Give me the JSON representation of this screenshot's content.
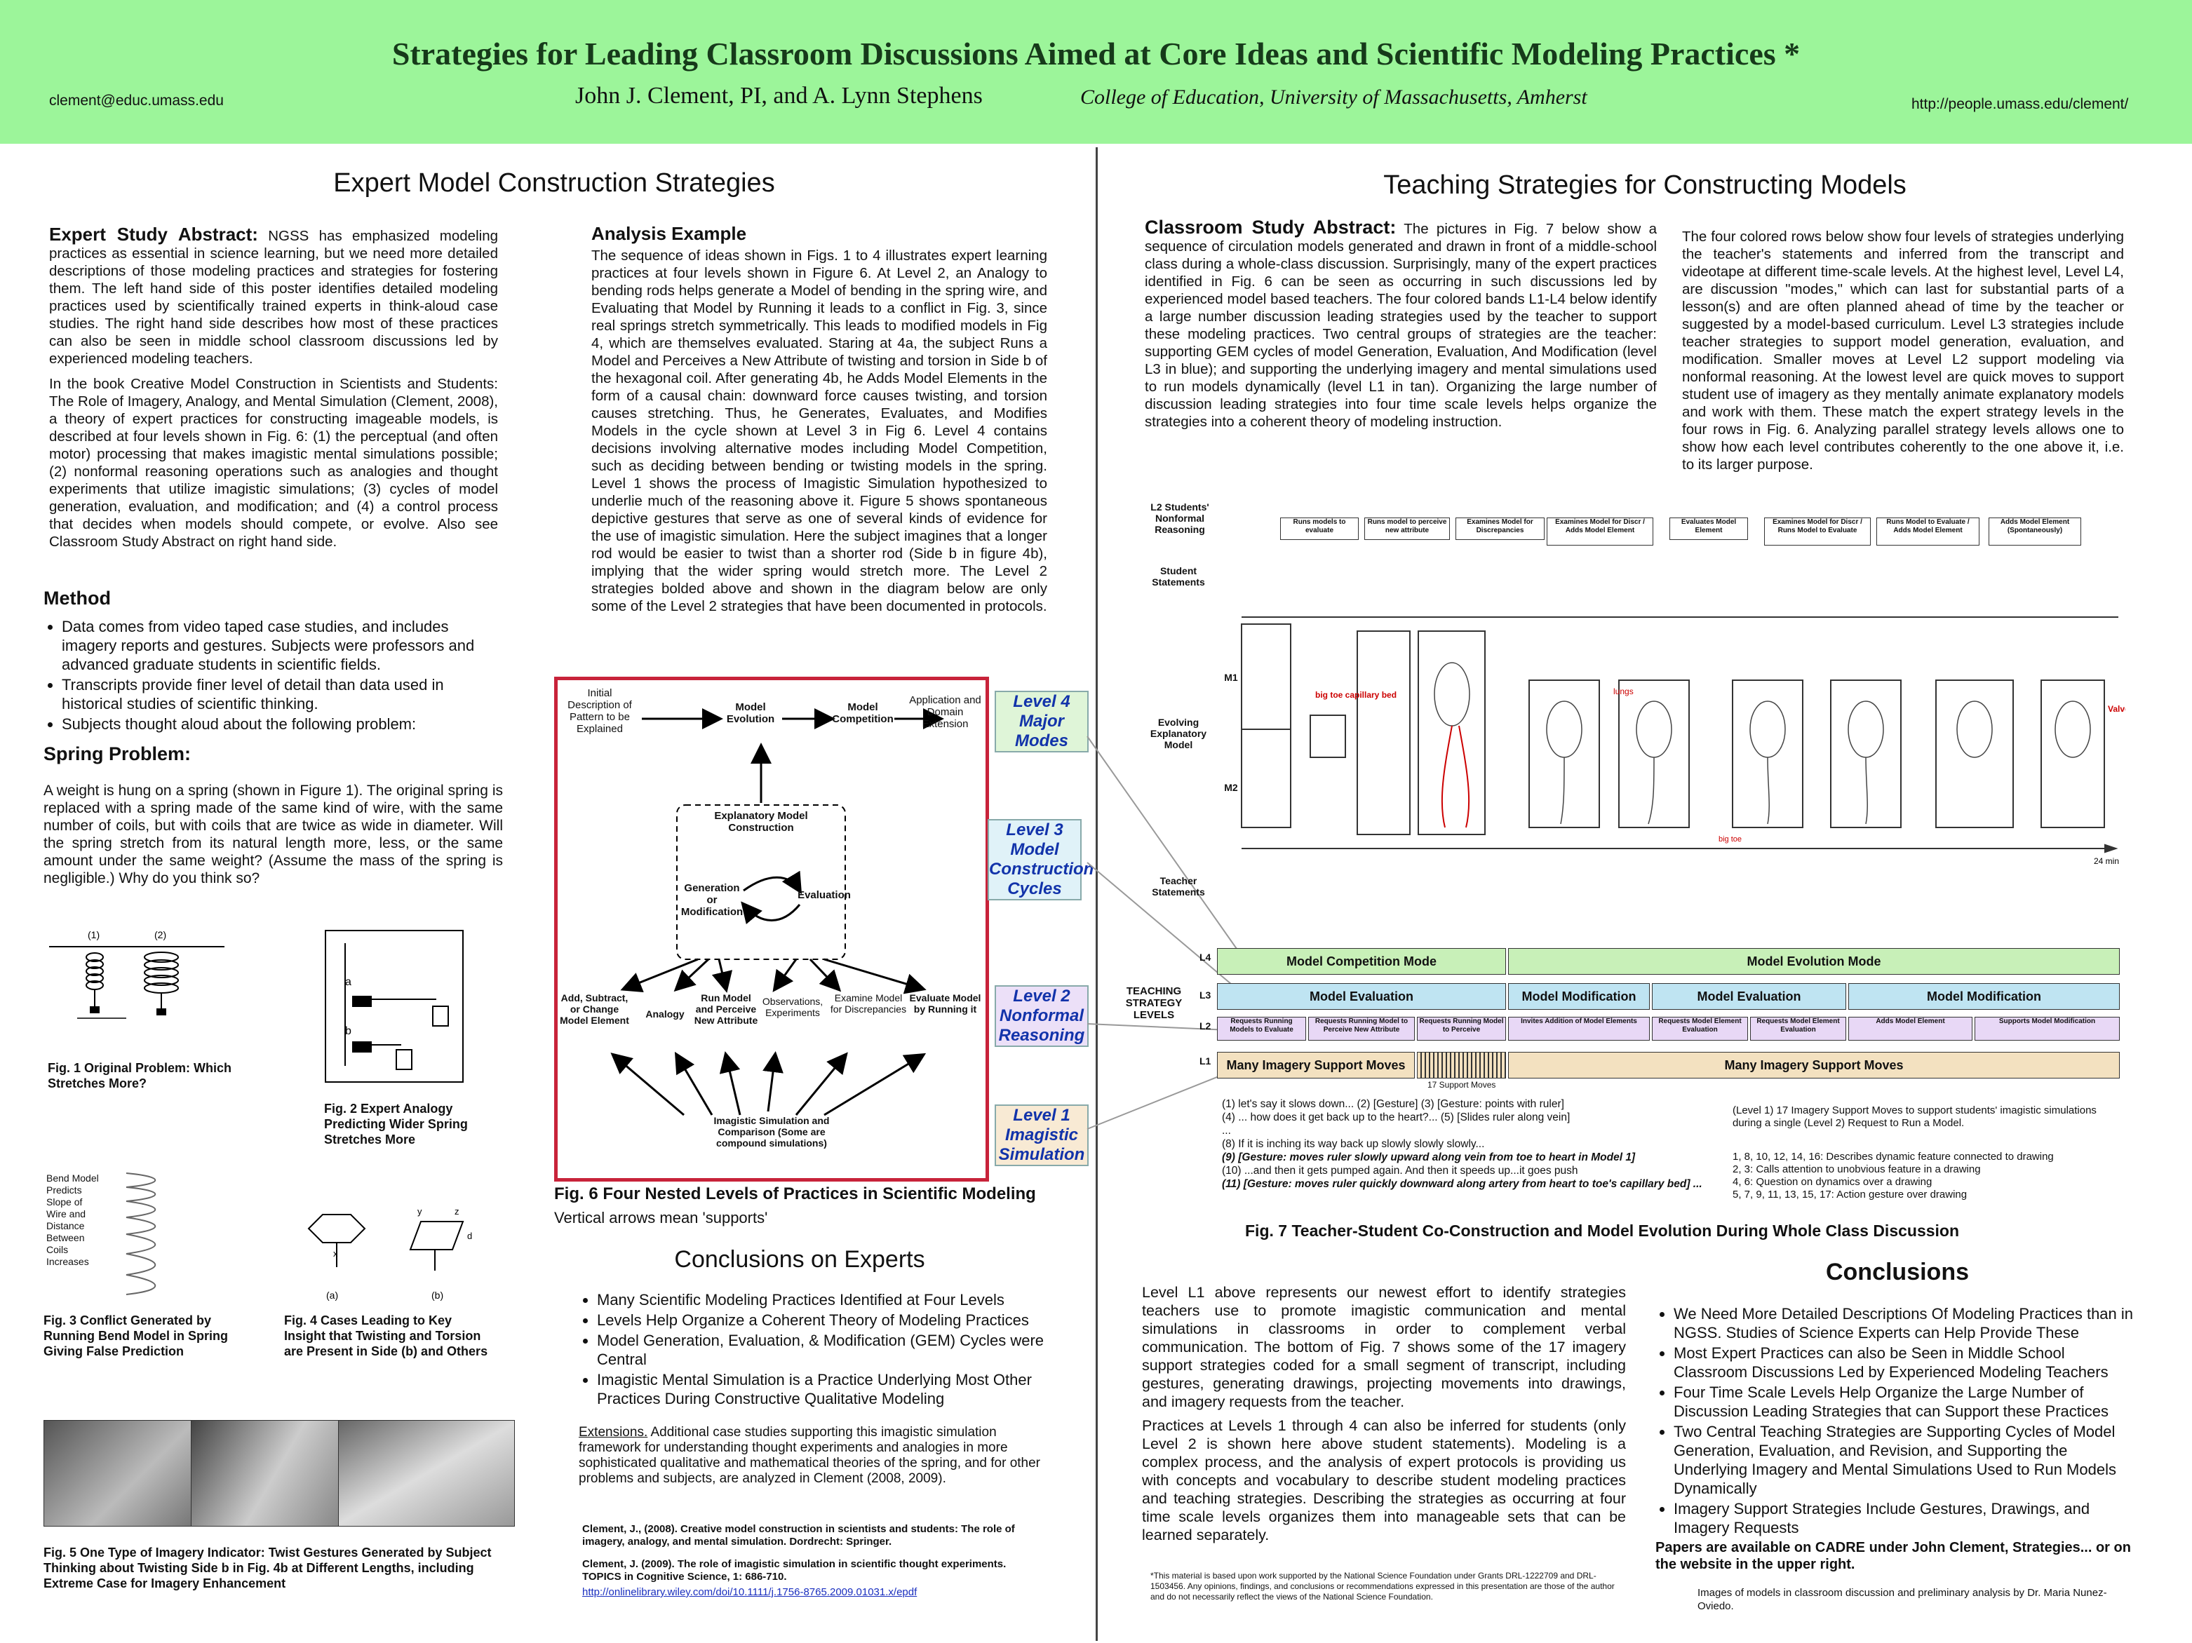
{
  "header": {
    "title": "Strategies for Leading Classroom Discussions Aimed at Core Ideas and Scientific Modeling Practices *",
    "authors": "John J. Clement, PI, and A. Lynn Stephens",
    "affiliation": "College of Education, University of Massachusetts, Amherst",
    "email": "clement@educ.umass.edu",
    "website": "http://people.umass.edu/clement/"
  },
  "left": {
    "heading": "Expert Model Construction Strategies",
    "abstract_label": "Expert Study Abstract:",
    "abstract_text": "NGSS has emphasized modeling practices as essential in science learning, but we need more detailed descriptions of those modeling practices and strategies for fostering them. The left hand side of this poster identifies detailed modeling practices used by scientifically trained experts in think-aloud case studies. The right hand side describes how most of these practices can also be seen in middle school classroom discussions led by experienced modeling teachers.",
    "book_text": "In the book Creative Model Construction in Scientists and Students: The Role of Imagery, Analogy, and Mental Simulation (Clement, 2008), a theory of expert practices for constructing imageable models, is described at four levels shown in Fig. 6: (1) the perceptual (and often motor) processing that makes imagistic mental simulations possible; (2) nonformal reasoning operations such as analogies and thought experiments that utilize imagistic simulations; (3) cycles of model generation, evaluation, and modification; and (4) a control process that decides when models should compete, or evolve. Also see Classroom Study Abstract on right hand side.",
    "method_heading": "Method",
    "method_items": [
      "Data comes from video taped case studies, and includes imagery reports and gestures. Subjects were professors and advanced graduate students in scientific fields.",
      "Transcripts provide finer level of detail than data used in historical studies of scientific thinking.",
      "Subjects thought aloud about the following problem:"
    ],
    "spring_heading": "Spring Problem:",
    "spring_text": "A weight is hung on a spring (shown in Figure 1). The original spring is replaced with a spring made of the same kind of wire, with the same number of coils, but with coils that are twice as wide in diameter. Will the spring stretch from its natural length more, less, or the same amount under the same weight? (Assume the mass of the spring is negligible.) Why do you think so?",
    "fig1_labels": [
      "(1)",
      "(2)"
    ],
    "fig1_caption": "Fig. 1 Original Problem: Which Stretches More?",
    "fig2_labels": [
      "a",
      "b"
    ],
    "fig2_caption": "Fig. 2 Expert Analogy Predicting Wider Spring Stretches More",
    "fig3_note": "Bend Model Predicts Slope of Wire and Distance Between Coils Increases",
    "fig3_caption": "Fig. 3 Conflict Generated by Running Bend Model in Spring Giving False Prediction",
    "fig4_labels": [
      "(a)",
      "(b)",
      "x",
      "y",
      "z",
      "d"
    ],
    "fig4_caption": "Fig. 4 Cases Leading to Key Insight that Twisting and Torsion are Present in Side (b) and Others",
    "fig5_caption": "Fig. 5 One Type of Imagery Indicator: Twist Gestures Generated by Subject Thinking about Twisting Side b in Fig. 4b at Different Lengths, including Extreme Case for Imagery Enhancement"
  },
  "analysis": {
    "heading": "Analysis Example",
    "text": "The sequence of ideas shown in Figs. 1 to 4 illustrates expert learning practices at four levels shown in Figure 6. At Level 2, an Analogy to bending rods helps generate a Model of bending in the spring wire, and Evaluating that Model by Running it leads to a conflict in Fig. 3, since real springs stretch symmetrically. This leads to modified models in Fig 4, which are themselves evaluated. Staring at 4a, the subject Runs a Model and Perceives a New Attribute of twisting and torsion in Side b of the hexagonal coil. After generating 4b, he Adds Model Elements in the form of a causal chain: downward force causes twisting, and torsion causes stretching. Thus, he Generates, Evaluates, and Modifies Models in the cycle shown at Level 3 in Fig 6. Level 4 contains decisions involving alternative modes including Model Competition, such as deciding between bending or twisting models in the spring. Level 1 shows the process of Imagistic Simulation hypothesized to underlie much of the reasoning above it. Figure 5 shows spontaneous depictive gestures that serve as one of several kinds of evidence for the use of imagistic simulation. Here the subject imagines that a longer rod would be easier to twist than a shorter rod (Side b in figure 4b), implying that the wider spring would stretch more. The Level 2 strategies bolded above and shown in the diagram below are only some of the Level 2 strategies that have been documented in protocols."
  },
  "fig6": {
    "nodes": {
      "initial": "Initial Description of Pattern to be Explained",
      "evolution": "Model Evolution",
      "competition": "Model Competition",
      "application": "Application and Domain Extension",
      "construction": "Explanatory Model Construction",
      "generation": "Generation or Modification",
      "evaluation": "Evaluation",
      "add": "Add, Subtract, or Change Model Element",
      "analogy": "Analogy",
      "run": "Run Model and Perceive New Attribute",
      "observations": "Observations, Experiments",
      "examine": "Examine Model for Discrepancies",
      "evaluate": "Evaluate Model by Running it",
      "simulation": "Imagistic Simulation and Comparison (Some are compound simulations)"
    },
    "levels": [
      "Level 4 Major Modes",
      "Level 3 Model Construction Cycles",
      "Level 2 Nonformal Reasoning",
      "Level 1 Imagistic Simulation"
    ],
    "caption": "Fig. 6 Four Nested Levels of Practices in Scientific Modeling",
    "subcaption": "Vertical arrows mean 'supports'"
  },
  "conclusions_experts": {
    "heading": "Conclusions on Experts",
    "items": [
      "Many Scientific Modeling Practices Identified at Four Levels",
      "Levels Help Organize a Coherent Theory of Modeling Practices",
      "Model Generation, Evaluation, & Modification (GEM) Cycles were Central",
      "Imagistic Mental Simulation is a Practice Underlying Most Other Practices During Constructive Qualitative Modeling"
    ],
    "extensions_label": "Extensions.",
    "extensions_text": "Additional case studies supporting this imagistic simulation framework for understanding thought experiments and analogies in more sophisticated qualitative and mathematical theories of the spring, and for other problems and subjects, are analyzed in Clement (2008, 2009).",
    "ref1": "Clement, J., (2008). Creative model construction in scientists and students: The role of imagery, analogy, and mental simulation. Dordrecht: Springer.",
    "ref2": "Clement, J. (2009). The role of imagistic simulation in scientific thought experiments. TOPICS in Cognitive Science, 1: 686-710.",
    "ref2_link": "http://onlinelibrary.wiley.com/doi/10.1111/j.1756-8765.2009.01031.x/epdf"
  },
  "right": {
    "heading": "Teaching Strategies for Constructing Models",
    "abstract_label": "Classroom Study Abstract:",
    "abstract_text": "The pictures in Fig. 7 below show a sequence of circulation models generated and drawn in front of a middle-school class during a whole-class discussion. Surprisingly, many of the expert practices identified in Fig. 6 can be seen as occurring in such discussions led by experienced model based teachers. The four colored bands L1-L4 below identify a large number discussion leading strategies used by the teacher to support these modeling practices. Two central groups of strategies are the teacher: supporting GEM cycles of model Generation, Evaluation, And Modification (level L3 in blue); and supporting the underlying imagery and mental simulations used to run models dynamically (level L1 in tan). Organizing the large number of discussion leading strategies into four time scale levels helps organize the strategies into a coherent theory of modeling instruction.",
    "levels_text": "The four colored rows below show four levels of strategies underlying the teacher's statements and inferred from the transcript and videotape at different time-scale levels. At the highest level, Level L4, are discussion \"modes,\" which can last for substantial parts of a lesson(s) and are often planned ahead of time by the teacher or suggested by a model-based curriculum. Level L3 strategies include teacher strategies to support model generation, evaluation, and modification. Smaller moves at Level L2 support modeling via nonformal reasoning. At the lowest level are quick moves to support student use of imagery as they mentally animate explanatory models and work with them. These match the expert strategy levels in the four rows in Fig. 6. Analyzing parallel strategy levels allows one to show how each level contributes coherently to the one above it, i.e. to its larger purpose."
  },
  "fig7": {
    "row_labels": {
      "l2students": "L2 Students' Nonformal Reasoning",
      "student_statements": "Student Statements",
      "evolving": "Evolving Explanatory Model",
      "m1": "M1",
      "m2": "M2",
      "teacher_statements": "Teacher Statements",
      "teaching_levels": "TEACHING STRATEGY LEVELS",
      "time": "24 min",
      "support_moves": "17 Support Moves"
    },
    "student_boxes": [
      "Runs models to evaluate",
      "Runs model to perceive new attribute",
      "Examines Model for Discrepancies",
      "Examines Model for Discr / Adds Model Element",
      "Evaluates Model Element",
      "Examines Model for Discr / Runs Model to Evaluate",
      "Runs Model to Evaluate / Adds Model Element",
      "Adds Model Element (Spontaneously)"
    ],
    "l4": [
      "Model Competition Mode",
      "Model Evolution Mode"
    ],
    "l3": [
      "Model Evaluation",
      "Model Modification",
      "Model Evaluation",
      "Model Modification"
    ],
    "l2": [
      "Requests Running Models to Evaluate",
      "Requests Running Model to Perceive New Attribute",
      "Requests Running Model to Perceive",
      "Invites Addition of Model Elements",
      "Requests Model Element Evaluation",
      "Requests Model Element Evaluation",
      "Adds Model Element",
      "Supports Model Modification"
    ],
    "l1": [
      "Many Imagery Support Moves",
      "Many Imagery Support Moves"
    ],
    "level_tags": [
      "L4",
      "L3",
      "L2",
      "L1"
    ],
    "transcript": [
      "(1) let's say it slows down... (2) [Gesture] (3) [Gesture: points with ruler]",
      "(4) ... how does it get back up to the heart?... (5) [Slides ruler along vein]",
      "...",
      "(8) If it is inching its way back up slowly slowly slowly...",
      "(9) [Gesture: moves ruler slowly upward along vein from toe to heart in Model 1]",
      "(10) ...and then it gets pumped again. And then it speeds up...it goes push",
      "(11) [Gesture: moves ruler quickly downward along artery from heart to toe's capillary bed] ..."
    ],
    "legend_title": "(Level 1) 17 Imagery Support Moves to support students' imagistic simulations during a single (Level 2) Request to Run a Model.",
    "legend_items": [
      "1, 8, 10, 12, 14, 16: Describes dynamic feature connected to drawing",
      "2, 3: Calls attention to unobvious feature in a drawing",
      "4, 6: Question on dynamics over a drawing",
      "5, 7, 9, 11, 13, 15, 17: Action gesture over drawing"
    ],
    "annotations": [
      "big toe capillary bed",
      "lungs",
      "Valves in heart!",
      "big toe"
    ],
    "caption": "Fig. 7 Teacher-Student Co-Construction and Model Evolution During Whole Class Discussion"
  },
  "bottom_right": {
    "l1_text": "Level L1 above represents our newest effort to identify strategies teachers use to promote imagistic communication and mental simulations in classrooms in order to complement verbal communication. The bottom of Fig. 7 shows some of the 17 imagery support strategies coded for a small segment of transcript, including gestures, generating drawings, projecting movements into drawings, and imagery requests from the teacher.",
    "practices_text": "Practices at Levels 1 through 4 can also be inferred for students (only Level 2 is shown here above student statements). Modeling is a complex process, and the analysis of expert protocols is providing us with concepts and vocabulary to describe student modeling practices and teaching strategies. Describing the strategies as occurring at four time scale levels organizes them into manageable sets that can be learned separately.",
    "conclusions_heading": "Conclusions",
    "conclusions_items": [
      "We Need More Detailed Descriptions Of Modeling Practices than in NGSS. Studies of Science Experts can Help Provide These",
      "Most Expert Practices can also be Seen in Middle School Classroom Discussions Led by Experienced Modeling Teachers",
      "Four Time Scale Levels Help Organize the Large Number of Discussion Leading Strategies that can Support these Practices",
      "Two Central Teaching Strategies are Supporting Cycles of Model Generation, Evaluation, and Revision, and Supporting the Underlying Imagery and Mental Simulations Used to Run Models Dynamically",
      "Imagery Support Strategies Include Gestures, Drawings, and Imagery Requests"
    ],
    "papers": "Papers are available on CADRE under John Clement, Strategies... or on the website in the upper right.",
    "footnote": "*This material is based upon work supported by the National Science Foundation under Grants DRL-1222709 and DRL-1503456. Any opinions, findings, and conclusions or recommendations expressed in this presentation are those of the author and do not necessarily reflect the views of the National Science Foundation.",
    "credit": "Images of models in classroom discussion and preliminary analysis by Dr. Maria Nunez-Oviedo."
  },
  "colors": {
    "header_bg": "#9cf59a",
    "fig6_border": "#c8233a",
    "l4": "#c8f0b8",
    "l3": "#bfe4f2",
    "l2": "#e8d8f6",
    "l1": "#f3e1c0"
  }
}
